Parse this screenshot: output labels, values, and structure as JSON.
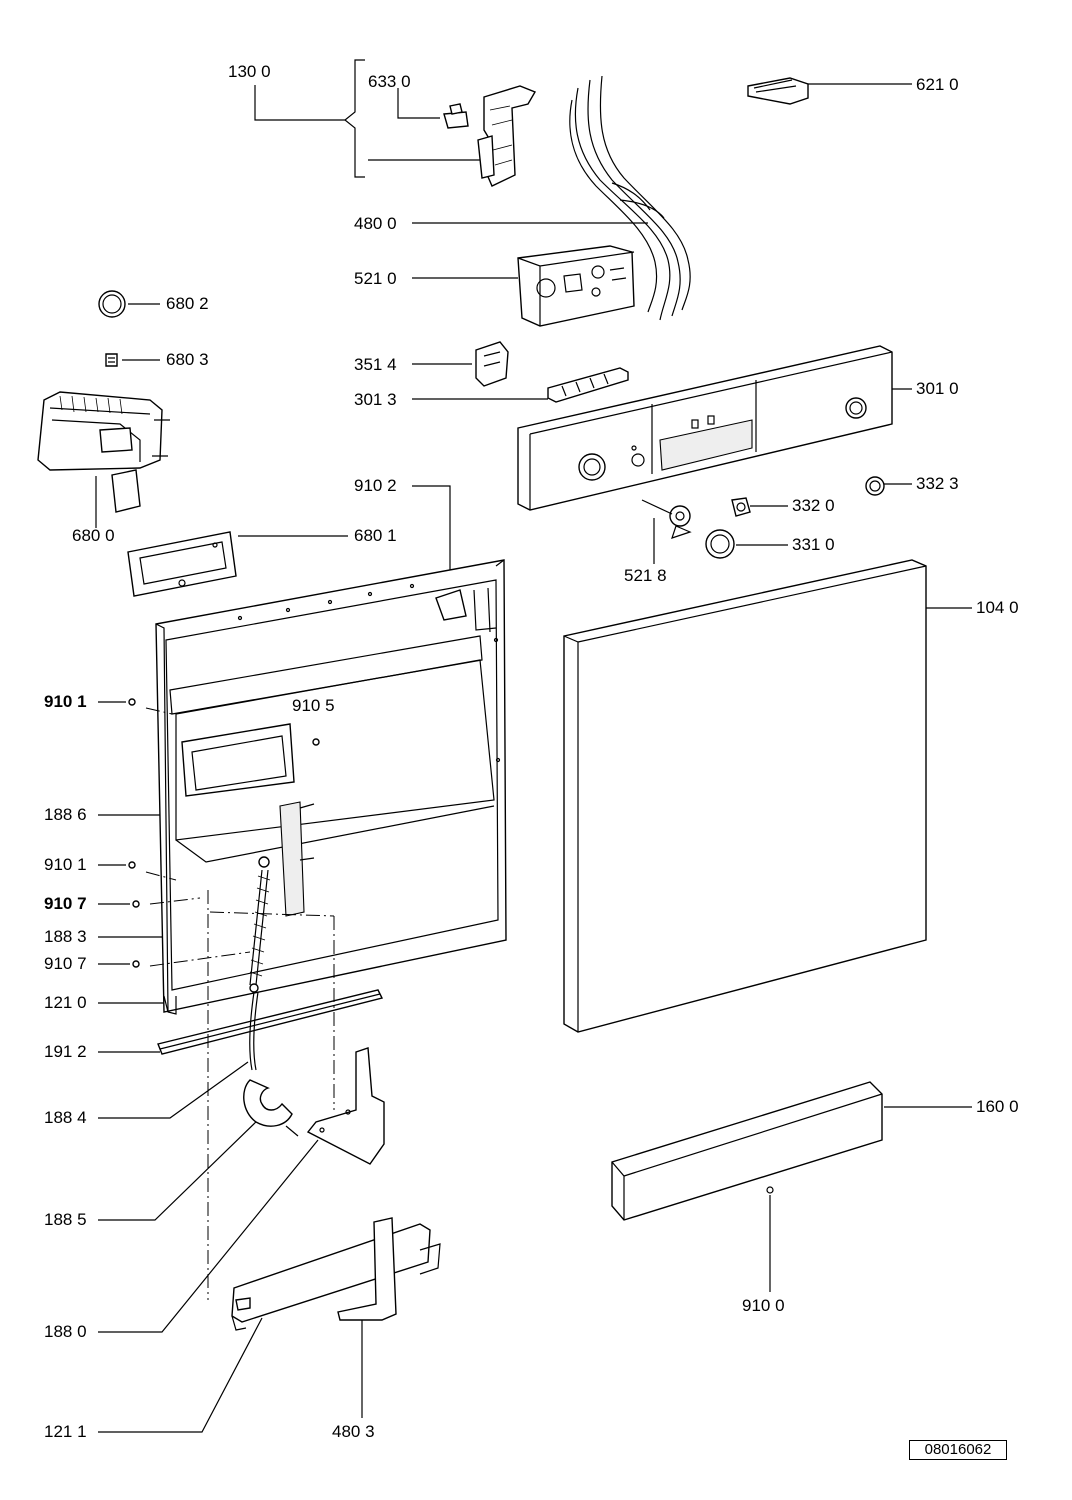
{
  "diagram": {
    "labels": {
      "p1300": "130 0",
      "p6330": "633 0",
      "p6210": "621 0",
      "p4800": "480 0",
      "p5210": "521 0",
      "p6802": "680 2",
      "p6803": "680 3",
      "p3514": "351 4",
      "p3013": "301 3",
      "p3010": "301 0",
      "p3323": "332 3",
      "p3320": "332 0",
      "p3310": "331 0",
      "p5218": "521 8",
      "p6800": "680 0",
      "p9102": "910 2",
      "p6801": "680 1",
      "p1040": "104 0",
      "p9101a": "910 1",
      "p9105": "910 5",
      "p1886": "188 6",
      "p9101b": "910 1",
      "p9107a": "910 7",
      "p1883": "188 3",
      "p9107b": "910 7",
      "p1210": "121 0",
      "p1912": "191 2",
      "p1884": "188 4",
      "p1600": "160 0",
      "p1885": "188 5",
      "p9100": "910 0",
      "p1880": "188 0",
      "p4803": "480 3",
      "p1211": "121 1"
    },
    "drawing_code": "08016062"
  }
}
